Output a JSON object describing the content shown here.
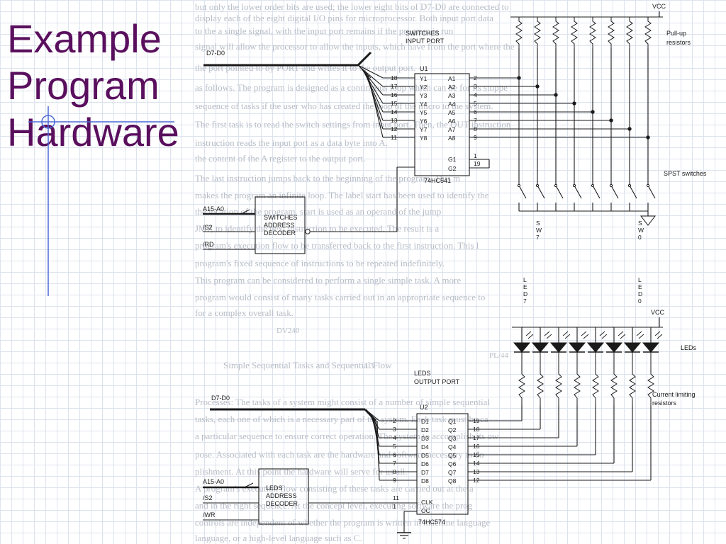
{
  "slide": {
    "title_lines": [
      "Example",
      "Program",
      "Hardware"
    ],
    "title_color": "#5a0f5e",
    "grid_color": "#dde3ee",
    "accent_line_color": "#4c6ad6"
  },
  "schematic": {
    "vcc_top": "VCC",
    "vcc_bottom": "VCC",
    "pullup_label": [
      "Pull-up",
      "resistors"
    ],
    "spst_label": "SPST switches",
    "leds_label": "LEDs",
    "current_limit_label": [
      "Current limiting",
      "resistors"
    ],
    "bus_top": "D7-D0",
    "bus_bottom": "D7-D0",
    "input_port_label": [
      "SWITCHES",
      "INPUT PORT"
    ],
    "output_port_label": [
      "LEDS",
      "OUTPUT PORT"
    ],
    "u1": {
      "name": "U1",
      "part": "74HC541",
      "left_pins": [
        "18",
        "17",
        "16",
        "15",
        "14",
        "13",
        "12",
        "11"
      ],
      "y_pins": [
        "Y1",
        "Y2",
        "Y3",
        "Y4",
        "Y5",
        "Y6",
        "Y7",
        "Y8"
      ],
      "a_pins": [
        "A1",
        "A2",
        "A3",
        "A4",
        "A5",
        "A6",
        "A7",
        "A8"
      ],
      "right_pins": [
        "2",
        "3",
        "4",
        "5",
        "6",
        "7",
        "8",
        "9"
      ],
      "g_pins": [
        "G1",
        "G2"
      ],
      "g_pin_nums": [
        "1",
        "19"
      ]
    },
    "u2": {
      "name": "U2",
      "part": "74HC574",
      "left_pins": [
        "2",
        "3",
        "4",
        "5",
        "6",
        "7",
        "8",
        "9"
      ],
      "d_pins": [
        "D1",
        "D2",
        "D3",
        "D4",
        "D5",
        "D6",
        "D7",
        "D8"
      ],
      "q_pins": [
        "Q1",
        "Q2",
        "Q3",
        "Q4",
        "Q5",
        "Q6",
        "Q7",
        "Q8"
      ],
      "right_pins": [
        "19",
        "18",
        "17",
        "16",
        "15",
        "14",
        "13",
        "12"
      ],
      "clk_pin": "CLK",
      "oc_pin": "OC",
      "clk_num": "11",
      "oc_num": "1"
    },
    "switch_decoder": {
      "label": [
        "SWITCHES",
        "ADDRESS",
        "DECODER"
      ],
      "inputs": [
        "A15-A0",
        "/S2",
        "/RD"
      ]
    },
    "led_decoder": {
      "label": [
        "LEDS",
        "ADDRESS",
        "DECODER"
      ],
      "inputs": [
        "A15-A0",
        "/S2",
        "/WR"
      ]
    },
    "sw7": [
      "S",
      "W",
      "7"
    ],
    "sw0": [
      "S",
      "W",
      "0"
    ],
    "led7": [
      "L",
      "E",
      "D",
      "7"
    ],
    "led0": [
      "L",
      "E",
      "D",
      "0"
    ],
    "bleed_text": [
      "but only the lower order bits are used; the lower eight bits of D7-D0 are connected to",
      "display each of the eight digital I/O pins for microprocessor. Both input port data",
      "to the a single signal, with the input port remains if the program is run",
      "signal will allow the processor to allow the inputs, which have from the port where the",
      "the port pointed to by PORT and writes it to the output port.",
      "as follows. The program is designed as a continuous loop which can be for its stoppe",
      "sequence of tasks if the user who has created the loop of the micro to the system.",
      "The first task is to read the switch settings from input port. Then, the OUT instruction",
      "instruction reads the input port as a data byte into A.",
      "the content of the A register to the output port.",
      "The last instruction jumps back to the beginning of the program. This m",
      "makes the program an infinite loop. The label start has been used to identify the",
      "the location of the program. start is used as an operand of the jump",
      "JMP, to identify the next instruction to be executed. The result is a",
      "program's execution flow to be transferred back to the first instruction. This l",
      "program's fixed sequence of instructions to be repeated indefinitely.",
      "This program can be considered to perform a single simple task. A more",
      "program would consist of many tasks carried out in an appropriate sequence to",
      "for a complex overall task.",
      "Simple Sequential Tasks and Sequential Flow",
      "Processes: The tasks of a system might consist of a number of simple sequential",
      "tasks, each one of which is a necessary part of the system. Each task must be ca",
      "a particular sequence to ensure correct operation. The system to accomplish its ow",
      "pose. Associated with each task are the hardware and software necessary to do",
      "plishment. At this point the hardware will serve for us all.",
      "A program's execution flow consisting of these tasks are carried out at the a",
      "and in the right sequence. At the concept level, executing software the prog",
      "controls are independent of whether the program is written in machine language",
      "language, or a high-level language such as C."
    ],
    "bleed_labels": [
      "DV240",
      "PL/44",
      "L3"
    ]
  }
}
